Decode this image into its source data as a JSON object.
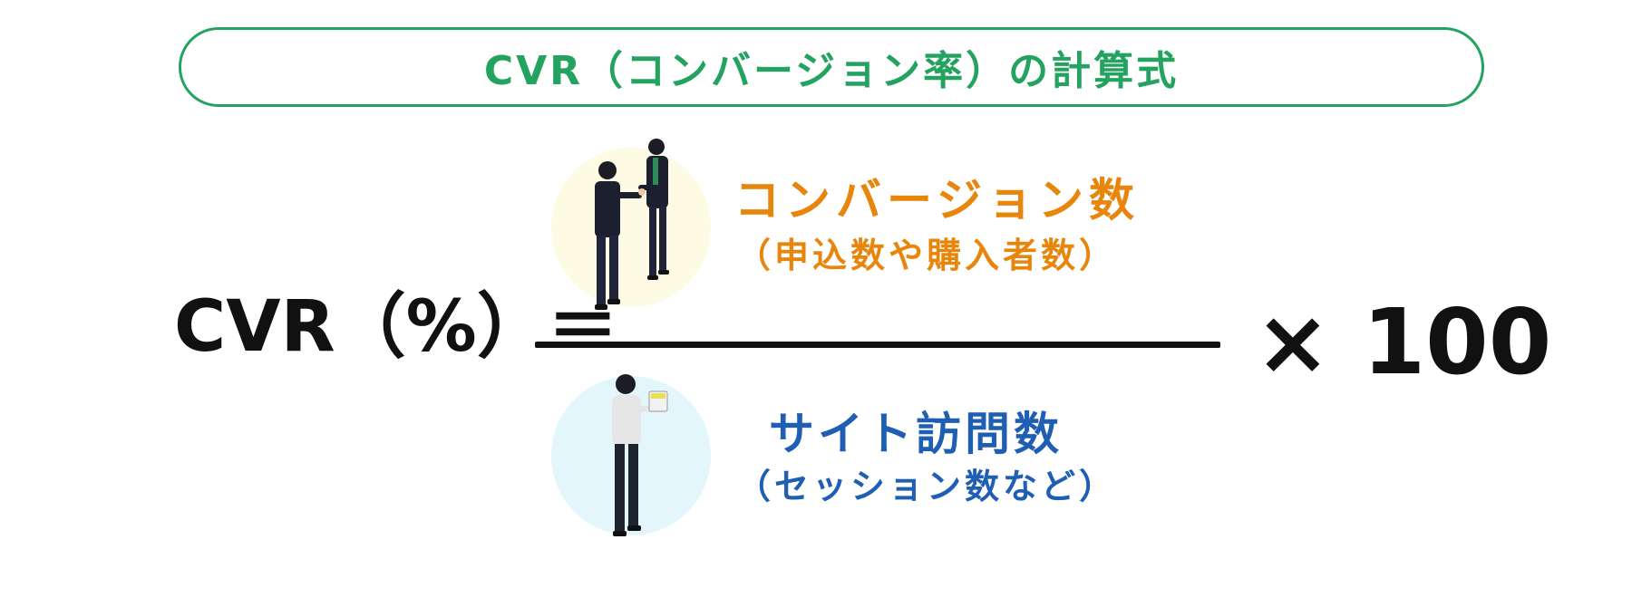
{
  "title": "CVR（コンバージョン率）の計算式",
  "formula": {
    "lhs": "CVR（%）＝",
    "rhs": "× 100"
  },
  "numerator": {
    "main": "コンバージョン数",
    "sub": "（申込数や購入者数）",
    "illustration": "handshake-people-icon"
  },
  "denominator": {
    "main": "サイト訪問数",
    "sub": "（セッション数など）",
    "illustration": "person-with-laptop-icon"
  },
  "colors": {
    "title": "#23a35f",
    "numerator": "#e8860c",
    "denominator": "#1f5fb3",
    "formula": "#111111",
    "numerator_circle": "#fdfbe4",
    "denominator_circle": "#e3f6fb"
  }
}
